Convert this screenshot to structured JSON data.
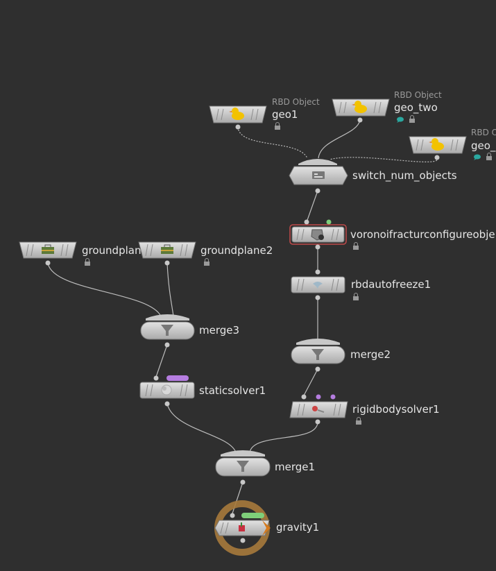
{
  "network": {
    "nodes": {
      "geo1": {
        "name": "geo1",
        "type_label": "RBD Object",
        "icon": "rubber-duck-icon"
      },
      "geo_two": {
        "name": "geo_two",
        "type_label": "RBD Object",
        "icon": "rubber-duck-icon"
      },
      "geo_three": {
        "name": "geo_",
        "type_label": "RBD O",
        "icon": "rubber-duck-icon"
      },
      "switch_num_objects": {
        "name": "switch_num_objects",
        "icon": "switch-icon"
      },
      "voronoi": {
        "name": "voronoifracturconfigureobje",
        "icon": "voronoi-fracture-icon"
      },
      "rbdautofreeze1": {
        "name": "rbdautofreeze1",
        "icon": "bird-icon"
      },
      "merge2": {
        "name": "merge2",
        "icon": "funnel-icon"
      },
      "rigidbodysolver1": {
        "name": "rigidbodysolver1",
        "icon": "rigid-body-solver-icon"
      },
      "groundplane1": {
        "name": "groundplan",
        "icon": "ground-plane-icon"
      },
      "groundplane2": {
        "name": "groundplane2",
        "icon": "ground-plane-icon"
      },
      "merge3": {
        "name": "merge3",
        "icon": "funnel-icon"
      },
      "staticsolver1": {
        "name": "staticsolver1",
        "icon": "static-solver-icon"
      },
      "merge1": {
        "name": "merge1",
        "icon": "funnel-icon"
      },
      "gravity1": {
        "name": "gravity1",
        "icon": "gravity-icon"
      }
    }
  },
  "colors": {
    "background": "#2f2f2f",
    "node_body": "#c7c7c7",
    "wire": "#bdbdbd",
    "flag_purple": "#b57de0",
    "flag_green": "#7ecf7a",
    "display_ring": "#a77a3c",
    "selected_border": "#c04a4a",
    "comment_teal": "#2aa8a0"
  }
}
